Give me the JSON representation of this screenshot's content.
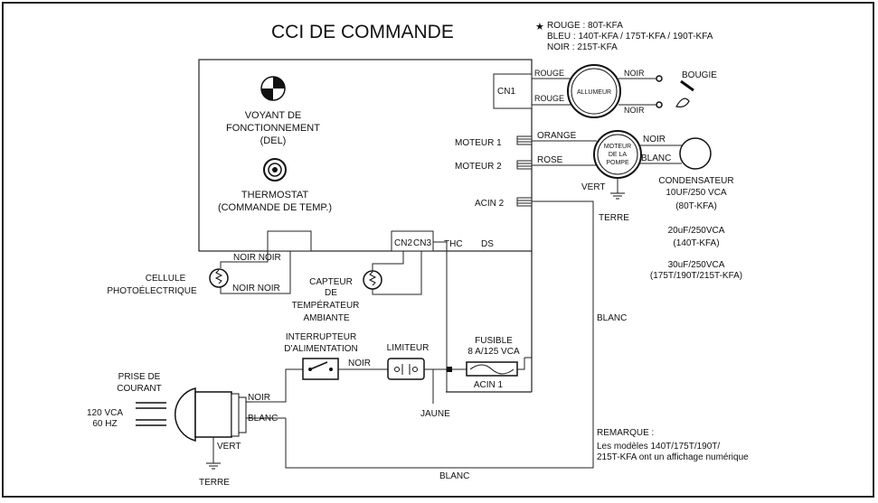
{
  "title": "CCI DE COMMANDE",
  "color_note": {
    "star": "★",
    "line1": "ROUGE :  80T-KFA",
    "line2": "BLEU :      140T-KFA / 175T-KFA / 190T-KFA",
    "line3": "NOIR :  215T-KFA"
  },
  "board": {
    "lamp_l1": "VOYANT DE",
    "lamp_l2": "FONCTIONNEMENT",
    "lamp_l3": "(DEL)",
    "thermo_l1": "THERMOSTAT",
    "thermo_l2": "(COMMANDE DE TEMP.)",
    "cn1": "CN1",
    "cn2": "CN2",
    "cn3": "CN3",
    "moteur1": "MOTEUR 1",
    "moteur2": "MOTEUR 2",
    "acin2": "ACIN 2"
  },
  "igniter": {
    "wire_top_left": "ROUGE",
    "wire_bot_left": "ROUGE",
    "label": "ALLUMEUR",
    "wire_top_right": "NOIR",
    "wire_bot_right": "NOIR",
    "spark": "BOUGIE"
  },
  "motor": {
    "wire1": "ORANGE",
    "wire2": "ROSE",
    "label_l1": "MOTEUR",
    "label_l2": "DE LA",
    "label_l3": "POMPE",
    "out_top": "NOIR",
    "out_bot": "BLANC",
    "ground_wire": "VERT",
    "ground": "TERRE"
  },
  "capacitor": {
    "title": "CONDENSATEUR",
    "v1": "10UF/250 VCA",
    "m1": "(80T-KFA)",
    "v2": "20uF/250VCA",
    "m2": "(140T-KFA)",
    "v3": "30uF/250VCA",
    "m3": "(175T/190T/215T-KFA)"
  },
  "sensors": {
    "thc": "THC",
    "ds": "DS",
    "photo_top": "NOIR NOIR",
    "photo_bot": "NOIR NOIR",
    "photo_l1": "CELLULE",
    "photo_l2": "PHOTOÉLECTRIQUE",
    "temp_l1": "CAPTEUR",
    "temp_l2": "DE",
    "temp_l3": "TEMPÉRATEUR",
    "temp_l4": "AMBIANTE"
  },
  "power": {
    "switch_l1": "INTERRUPTEUR",
    "switch_l2": "D'ALIMENTATION",
    "switch_wire": "NOIR",
    "limiter": "LIMITEUR",
    "fuse_l1": "FUSIBLE",
    "fuse_l2": "8 A/125 VCA",
    "acin1": "ACIN 1",
    "jaune": "JAUNE",
    "plug_l1": "PRISE DE",
    "plug_l2": "COURANT",
    "volt_l1": "120 VCA",
    "volt_l2": "60 HZ",
    "noir": "NOIR",
    "blanc": "BLANC",
    "vert": "VERT",
    "terre": "TERRE",
    "blanc_right": "BLANC",
    "blanc_bottom": "BLANC"
  },
  "remark": {
    "title": "REMARQUE :",
    "l1": "Les modèles 140T/175T/190T/",
    "l2": "215T-KFA ont un affichage numérique"
  }
}
